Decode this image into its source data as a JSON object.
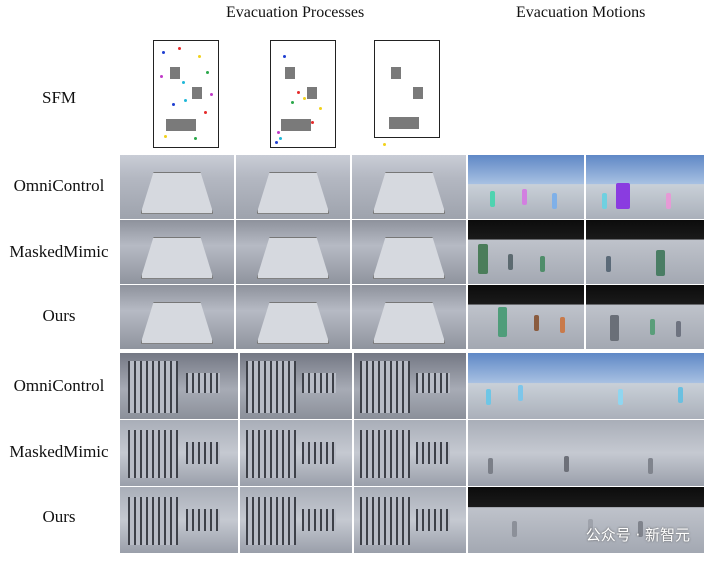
{
  "headers": {
    "processes": "Evacuation Processes",
    "motions": "Evacuation Motions"
  },
  "rows": {
    "sfm": "SFM",
    "top": [
      "OmniControl",
      "MaskedMimic",
      "Ours"
    ],
    "bottom": [
      "OmniControl",
      "MaskedMimic",
      "Ours"
    ]
  },
  "watermark": "公众号 · 新智元",
  "colors": {
    "agents": [
      "#1f3fd1",
      "#e52b2b",
      "#f2d21b",
      "#2aa84a",
      "#c03ac8",
      "#20b8d8"
    ]
  }
}
